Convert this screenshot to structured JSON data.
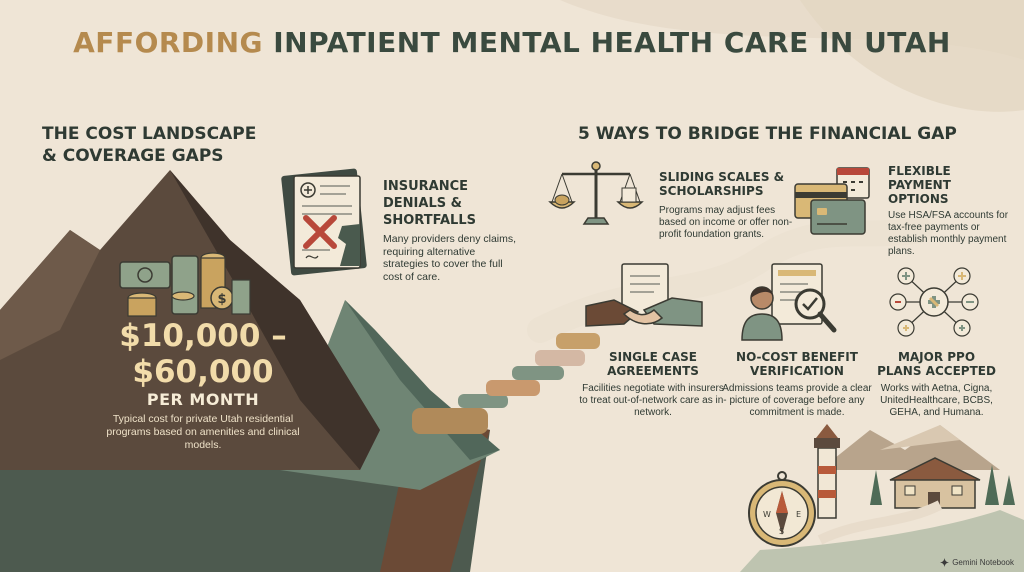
{
  "title": {
    "part1": "AFFORDING",
    "part2": "INPATIENT MENTAL HEALTH CARE IN UTAH"
  },
  "left": {
    "heading_line1": "THE COST LANDSCAPE",
    "heading_line2": "& COVERAGE GAPS",
    "insurance": {
      "title_line1": "INSURANCE",
      "title_line2": "DENIALS &",
      "title_line3": "SHORTFALLS",
      "desc": "Many providers deny claims, requiring alternative strategies to cover the full cost of care."
    },
    "cost": {
      "line1": "$10,000 –",
      "line2": "$60,000",
      "per_month": "PER MONTH",
      "desc": "Typical cost for private Utah residential programs based on amenities and clinical models."
    }
  },
  "right": {
    "heading": "5 WAYS TO BRIDGE THE FINANCIAL GAP",
    "ways": [
      {
        "title_line1": "SLIDING SCALES &",
        "title_line2": "SCHOLARSHIPS",
        "desc": "Programs may adjust fees based on income or offer non-profit foundation grants."
      },
      {
        "title_line1": "FLEXIBLE",
        "title_line2": "PAYMENT",
        "title_line3": "OPTIONS",
        "desc": "Use HSA/FSA accounts for tax-free payments or establish monthly payment plans."
      },
      {
        "title_line1": "SINGLE CASE",
        "title_line2": "AGREEMENTS",
        "desc": "Facilities negotiate with insurers to treat out-of-network care as in-network."
      },
      {
        "title_line1": "NO-COST BENEFIT",
        "title_line2": "VERIFICATION",
        "desc": "Admissions teams provide a clear picture of coverage before any commitment is made."
      },
      {
        "title_line1": "MAJOR PPO",
        "title_line2": "PLANS ACCEPTED",
        "desc": "Works with Aetna, Cigna, UnitedHealthcare, BCBS, GEHA, and Humana."
      }
    ]
  },
  "footer": {
    "brand": "Gemini Notebook"
  },
  "colors": {
    "accent": "#b58a4e",
    "dark_green": "#3a4a3f",
    "mountain": "#5b4a3d",
    "sage": "#7f9483",
    "background": "#efe5d6"
  }
}
